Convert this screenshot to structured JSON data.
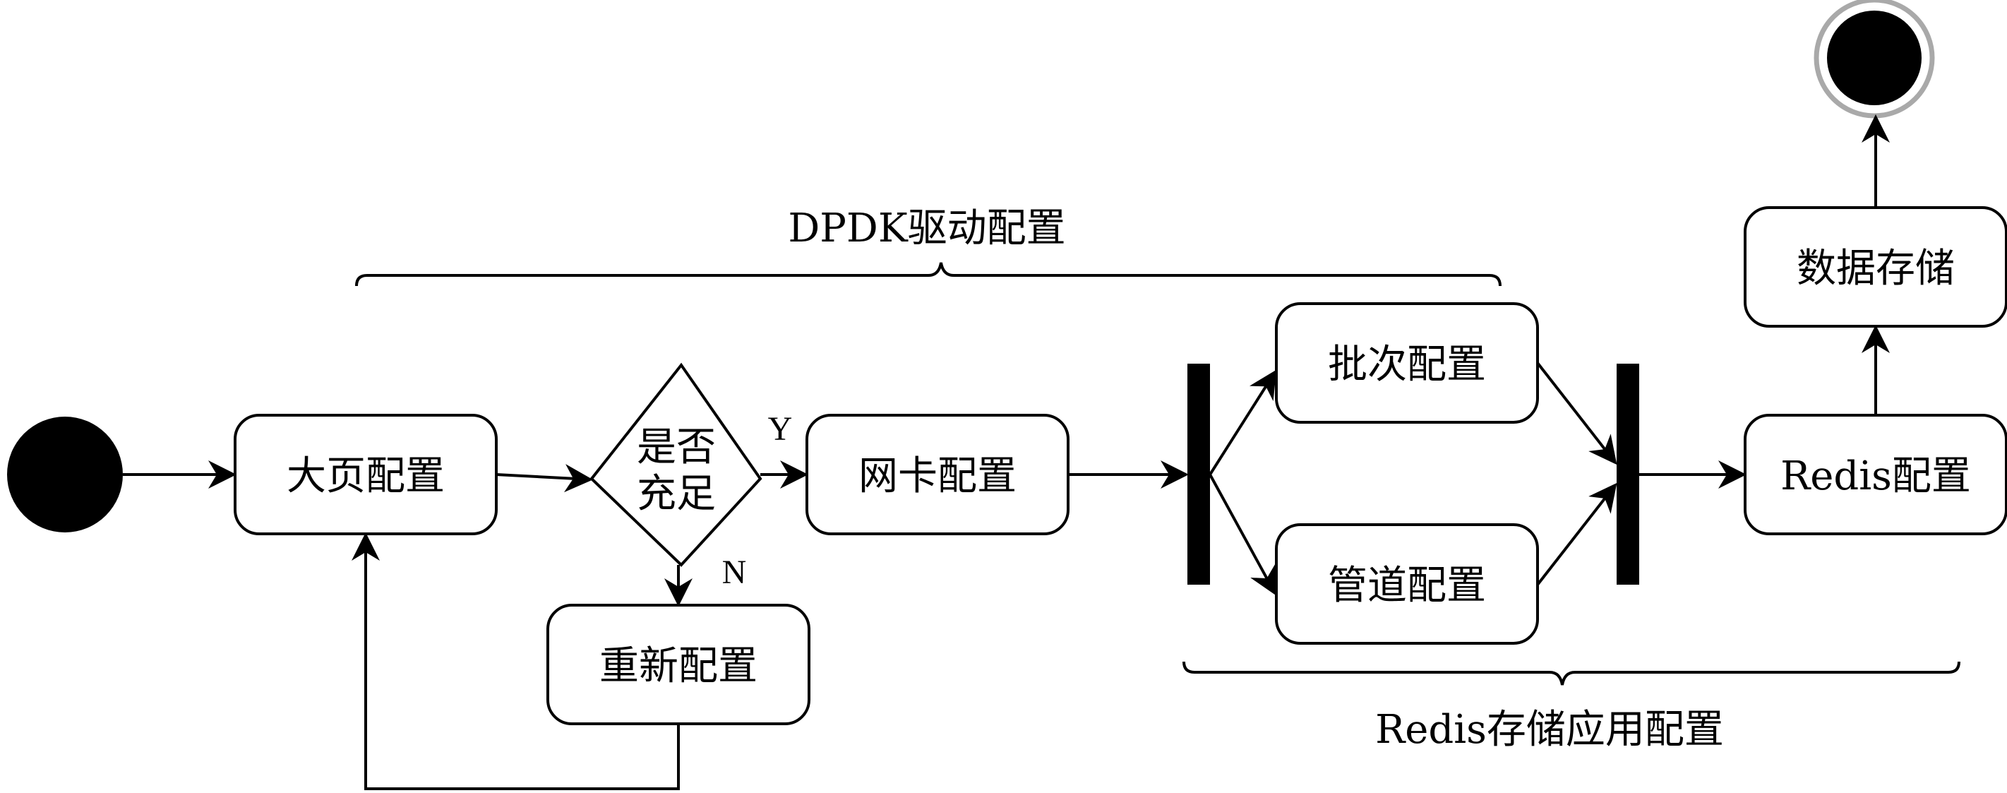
{
  "nodes": {
    "hugepage": "大页配置",
    "decision_line1": "是否",
    "decision_line2": "充足",
    "reconfigure": "重新配置",
    "nic": "网卡配置",
    "batch": "批次配置",
    "pipeline": "管道配置",
    "redis": "Redis配置",
    "storage": "数据存储"
  },
  "edge_labels": {
    "yes": "Y",
    "no": "N"
  },
  "groups": {
    "dpdk": "DPDK驱动配置",
    "redis_app": "Redis存储应用配置"
  }
}
